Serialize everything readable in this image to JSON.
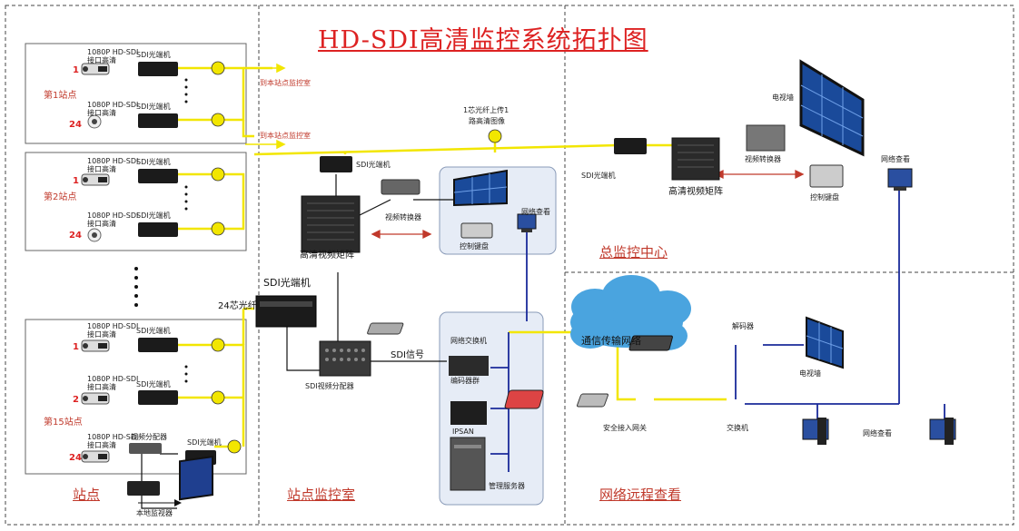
{
  "title": "HD-SDI高清监控系统拓扑图",
  "zones": {
    "site": "站点",
    "site_room": "站点监控室",
    "main_center": "总监控中心",
    "remote": "网络远程查看"
  },
  "sites": {
    "site1": "第1站点",
    "site2": "第2站点",
    "site15": "第15站点"
  },
  "camera_label": "1080P HD-SDI接口高清",
  "sdi_optical": "SDI光端机",
  "sdi_optical_big": "SDI光端机",
  "fiber_24": "24芯光纤",
  "to_room": "到本站点监控室",
  "uplink_line1": "1芯光纤上传1",
  "uplink_line2": "路高清图像",
  "hd_matrix": "高清视频矩阵",
  "video_converter": "视频转换器",
  "control_keyboard": "控制键盘",
  "network_view": "网络查看",
  "tv_wall": "电视墙",
  "sdi_distributor": "SDI视频分配器",
  "sdi_signal": "SDI信号",
  "network_switch": "网络交换机",
  "encoder": "编码器群",
  "ipsan": "IPSAN",
  "mgmt_server": "管理服务器",
  "comm_network": "通信传输网络",
  "security_gateway": "安全接入网关",
  "switch": "交换机",
  "decoder": "解码器",
  "video_splitter": "视频分配器",
  "local_monitor": "本地监视器",
  "cam_numbers": {
    "a": "1",
    "b": "24",
    "c": "1",
    "d": "24",
    "e": "1",
    "f": "2",
    "g": "24"
  },
  "colors": {
    "title": "#d22222",
    "fiber": "#f2e600",
    "network": "#1a2a9a",
    "zone_bg": "#e6ecf6"
  }
}
